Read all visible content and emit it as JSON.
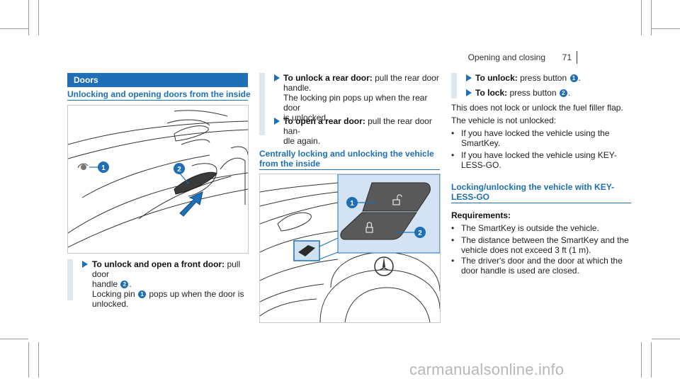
{
  "header": {
    "title": "Opening and closing",
    "page": "71"
  },
  "col1": {
    "banner": "Doors",
    "subheading": "Unlocking and opening doors from the inside",
    "step1": {
      "bold": "To unlock and open a front door:",
      "text1": " pull door",
      "line2a": "handle ",
      "callout2": "2",
      "line2b": ".",
      "line3a": "Locking pin ",
      "callout1": "1",
      "line3b": " pops up when the door is",
      "line4": "unlocked."
    },
    "figure_callouts": [
      "1",
      "2"
    ]
  },
  "col2": {
    "step1": {
      "bold": "To unlock a rear door:",
      "l1": " pull the rear door",
      "l2": "handle.",
      "l3": "The locking pin pops up when the rear door",
      "l4": "is unlocked."
    },
    "step2": {
      "bold": "To open a rear door:",
      "l1": " pull the rear door han-",
      "l2": "dle again."
    },
    "subheading_l1": "Centrally locking and unlocking the vehicle",
    "subheading_l2": "from the inside",
    "figure_callouts": [
      "1",
      "2"
    ]
  },
  "col3": {
    "step1": {
      "bold": "To unlock:",
      "text": " press button ",
      "callout": "1",
      "end": "."
    },
    "step2": {
      "bold": "To lock:",
      "text": " press button ",
      "callout": "2",
      "end": "."
    },
    "para1": "This does not lock or unlock the fuel filler flap.",
    "para2": "The vehicle is not unlocked:",
    "bullets_a": [
      {
        "l1": "If you have locked the vehicle using the",
        "l2": "SmartKey."
      },
      {
        "l1": "If you have locked the vehicle using KEY-",
        "l2": "LESS-GO."
      }
    ],
    "subheading_l1": "Locking/unlocking the vehicle with KEY-",
    "subheading_l2": "LESS-GO",
    "requirements": "Requirements:",
    "bullets_b": [
      {
        "l1": "The SmartKey is outside the vehicle.",
        "l2": ""
      },
      {
        "l1": "The distance between the SmartKey and the",
        "l2": "vehicle does not exceed 3 ft (1 m)."
      },
      {
        "l1": "The driver's door and the door at which the",
        "l2": "door handle is used are closed."
      }
    ],
    "bullet_glyph": "•"
  },
  "watermark": "carmanualsonline.info",
  "colors": {
    "accent": "#1e6fb5",
    "banner": "#1e6fb5",
    "line_art": "#333333"
  },
  "icons": [
    "step-arrow-icon",
    "unlock-icon",
    "lock-icon",
    "mercedes-star-icon"
  ]
}
